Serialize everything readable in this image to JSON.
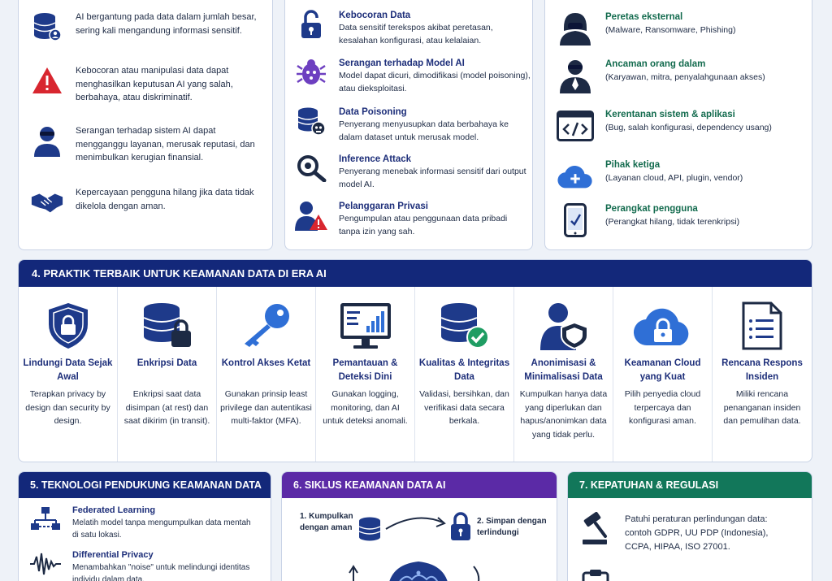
{
  "risks": {
    "items": [
      {
        "icon": "database-user-icon",
        "text": "AI bergantung pada data dalam jumlah besar, sering kali mengandung informasi sensitif."
      },
      {
        "icon": "warning-icon",
        "text": "Kebocoran atau manipulasi data dapat menghasilkan keputusan AI yang salah, berbahaya, atau diskriminatif."
      },
      {
        "icon": "hacker-icon",
        "text": "Serangan terhadap sistem AI dapat mengganggu layanan, merusak reputasi, dan menimbulkan kerugian finansial."
      },
      {
        "icon": "handshake-icon",
        "text": "Kepercayaan pengguna hilang jika data tidak dikelola dengan aman."
      }
    ]
  },
  "threats": {
    "items": [
      {
        "icon": "lock-open-icon",
        "title": "Kebocoran Data",
        "desc": "Data sensitif terekspos akibat peretasan, kesalahan konfigurasi, atau kelalaian."
      },
      {
        "icon": "bug-icon",
        "title": "Serangan terhadap Model AI",
        "desc": "Model dapat dicuri, dimodifikasi (model poisoning), atau dieksploitasi."
      },
      {
        "icon": "database-poison-icon",
        "title": "Data Poisoning",
        "desc": "Penyerang menyusupkan data berbahaya ke dalam dataset untuk merusak model."
      },
      {
        "icon": "magnifier-icon",
        "title": "Inference Attack",
        "desc": "Penyerang menebak informasi sensitif dari output model AI."
      },
      {
        "icon": "user-warning-icon",
        "title": "Pelanggaran Privasi",
        "desc": "Pengumpulan atau penggunaan data pribadi tanpa izin yang sah."
      }
    ]
  },
  "sources": {
    "items": [
      {
        "icon": "hooded-hacker-icon",
        "title": "Peretas eksternal",
        "desc": "(Malware, Ransomware, Phishing)"
      },
      {
        "icon": "insider-icon",
        "title": "Ancaman orang dalam",
        "desc": "(Karyawan, mitra, penyalahgunaan akses)"
      },
      {
        "icon": "code-window-icon",
        "title": "Kerentanan sistem & aplikasi",
        "desc": "(Bug, salah konfigurasi, dependency usang)"
      },
      {
        "icon": "cloud-icon",
        "title": "Pihak ketiga",
        "desc": "(Layanan cloud, API, plugin, vendor)"
      },
      {
        "icon": "smartphone-icon",
        "title": "Perangkat pengguna",
        "desc": "(Perangkat hilang, tidak terenkripsi)"
      }
    ]
  },
  "practices": {
    "header": "4. PRAKTIK TERBAIK UNTUK KEAMANAN DATA DI ERA AI",
    "items": [
      {
        "icon": "shield-lock-icon",
        "title": "Lindungi Data Sejak Awal",
        "desc": "Terapkan privacy by design dan security by design."
      },
      {
        "icon": "database-lock-icon",
        "title": "Enkripsi Data",
        "desc": "Enkripsi saat data disimpan (at rest) dan saat dikirim (in transit)."
      },
      {
        "icon": "key-icon",
        "title": "Kontrol Akses Ketat",
        "desc": "Gunakan prinsip least privilege dan autentikasi multi-faktor (MFA)."
      },
      {
        "icon": "monitor-chart-icon",
        "title": "Pemantauan & Deteksi Dini",
        "desc": "Gunakan logging, monitoring, dan AI untuk deteksi anomali."
      },
      {
        "icon": "database-check-icon",
        "title": "Kualitas & Integritas Data",
        "desc": "Validasi, bersihkan, dan verifikasi data secara berkala."
      },
      {
        "icon": "user-shield-icon",
        "title": "Anonimisasi & Minimalisasi Data",
        "desc": "Kumpulkan hanya data yang diperlukan dan hapus/anonimkan data yang tidak perlu."
      },
      {
        "icon": "cloud-lock-icon",
        "title": "Keamanan Cloud yang Kuat",
        "desc": "Pilih penyedia cloud terpercaya dan konfigurasi aman."
      },
      {
        "icon": "document-list-icon",
        "title": "Rencana Respons Insiden",
        "desc": "Miliki rencana penanganan insiden dan pemulihan data."
      }
    ]
  },
  "tech": {
    "header": "5. TEKNOLOGI PENDUKUNG KEAMANAN DATA AI",
    "items": [
      {
        "icon": "network-icon",
        "title": "Federated Learning",
        "desc": "Melatih model tanpa mengumpulkan data mentah di satu lokasi."
      },
      {
        "icon": "waveform-icon",
        "title": "Differential Privacy",
        "desc": "Menambahkan \"noise\" untuk melindungi identitas individu dalam data."
      }
    ]
  },
  "cycle": {
    "header": "6. SIKLUS KEAMANAN DATA AI",
    "step1": "1. Kumpulkan dengan aman",
    "step2": "2. Simpan dengan terlindungi"
  },
  "compliance": {
    "header": "7. KEPATUHAN & REGULASI",
    "items": [
      {
        "icon": "gavel-icon",
        "text": "Patuhi peraturan perlindungan data: contoh GDPR, UU PDP (Indonesia), CCPA, HIPAA, ISO 27001."
      },
      {
        "icon": "clipboard-icon",
        "text": ""
      }
    ]
  },
  "colors": {
    "navy": "#13287a",
    "purple": "#5b2aa6",
    "green": "#12775a",
    "alert": "#d8262f"
  }
}
